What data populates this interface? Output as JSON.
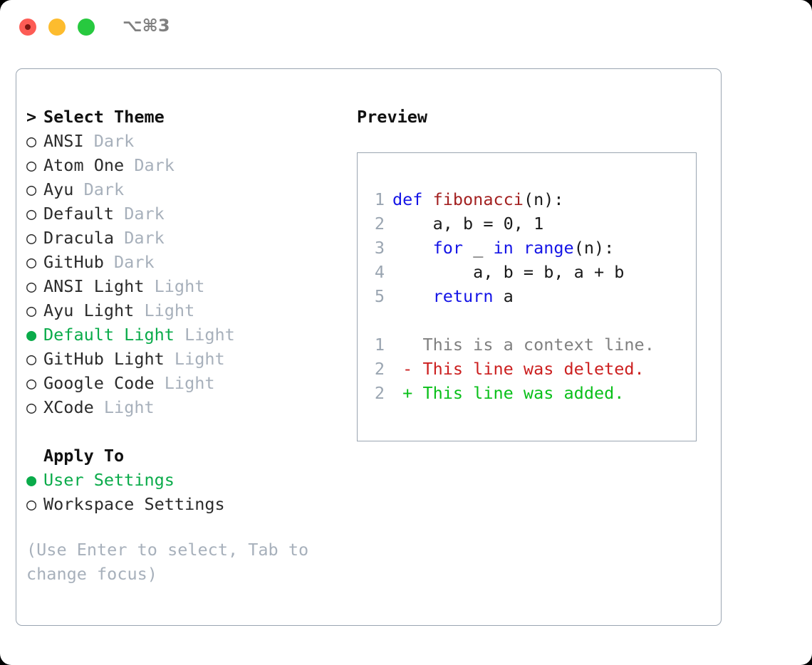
{
  "titlebar": {
    "shortcut": "⌥⌘3",
    "lights": [
      "close-red",
      "minimize-yellow",
      "maximize-green"
    ]
  },
  "theme_picker": {
    "heading": "Select Theme",
    "heading_marker": ">",
    "marker_selected": "●",
    "marker_unselected": "○",
    "items": [
      {
        "name": "ANSI",
        "variant": "Dark",
        "selected": false
      },
      {
        "name": "Atom One",
        "variant": "Dark",
        "selected": false
      },
      {
        "name": "Ayu",
        "variant": "Dark",
        "selected": false
      },
      {
        "name": "Default",
        "variant": "Dark",
        "selected": false
      },
      {
        "name": "Dracula",
        "variant": "Dark",
        "selected": false
      },
      {
        "name": "GitHub",
        "variant": "Dark",
        "selected": false
      },
      {
        "name": "ANSI Light",
        "variant": "Light",
        "selected": false
      },
      {
        "name": "Ayu Light",
        "variant": "Light",
        "selected": false
      },
      {
        "name": "Default Light",
        "variant": "Light",
        "selected": true
      },
      {
        "name": "GitHub Light",
        "variant": "Light",
        "selected": false
      },
      {
        "name": "Google Code",
        "variant": "Light",
        "selected": false
      },
      {
        "name": "XCode",
        "variant": "Light",
        "selected": false
      }
    ]
  },
  "apply_to": {
    "heading": "Apply To",
    "items": [
      {
        "label": "User Settings",
        "selected": true
      },
      {
        "label": "Workspace Settings",
        "selected": false
      }
    ]
  },
  "hint": "(Use Enter to select, Tab to change focus)",
  "preview": {
    "title": "Preview",
    "code_lines": [
      {
        "num": "1",
        "tokens": [
          {
            "t": "def ",
            "c": "kw"
          },
          {
            "t": "fibonacci",
            "c": "fn"
          },
          {
            "t": "(n):",
            "c": "plain"
          }
        ]
      },
      {
        "num": "2",
        "tokens": [
          {
            "t": "    a, b = 0, 1",
            "c": "plain"
          }
        ]
      },
      {
        "num": "3",
        "tokens": [
          {
            "t": "    ",
            "c": "plain"
          },
          {
            "t": "for",
            "c": "kw"
          },
          {
            "t": " _ ",
            "c": "plain"
          },
          {
            "t": "in",
            "c": "kw"
          },
          {
            "t": " ",
            "c": "plain"
          },
          {
            "t": "range",
            "c": "kw"
          },
          {
            "t": "(n):",
            "c": "plain"
          }
        ]
      },
      {
        "num": "4",
        "tokens": [
          {
            "t": "        a, b = b, a + b",
            "c": "plain"
          }
        ]
      },
      {
        "num": "5",
        "tokens": [
          {
            "t": "    ",
            "c": "plain"
          },
          {
            "t": "return",
            "c": "kw"
          },
          {
            "t": " a",
            "c": "plain"
          }
        ]
      }
    ],
    "diff_lines": [
      {
        "num": "1",
        "sign": " ",
        "text": " This is a context line.",
        "c": "ctx"
      },
      {
        "num": "2",
        "sign": "-",
        "text": " This line was deleted.",
        "c": "del"
      },
      {
        "num": "2",
        "sign": "+",
        "text": " This line was added.",
        "c": "add"
      }
    ]
  },
  "colors": {
    "selected_green": "#0aab4a",
    "diff_add_green": "#0ac01a",
    "diff_del_red": "#cc2020",
    "keyword_blue": "#1414e6",
    "function_red": "#a32121",
    "muted_gray": "#a7b0bb",
    "border_gray": "#9aa5b1"
  }
}
